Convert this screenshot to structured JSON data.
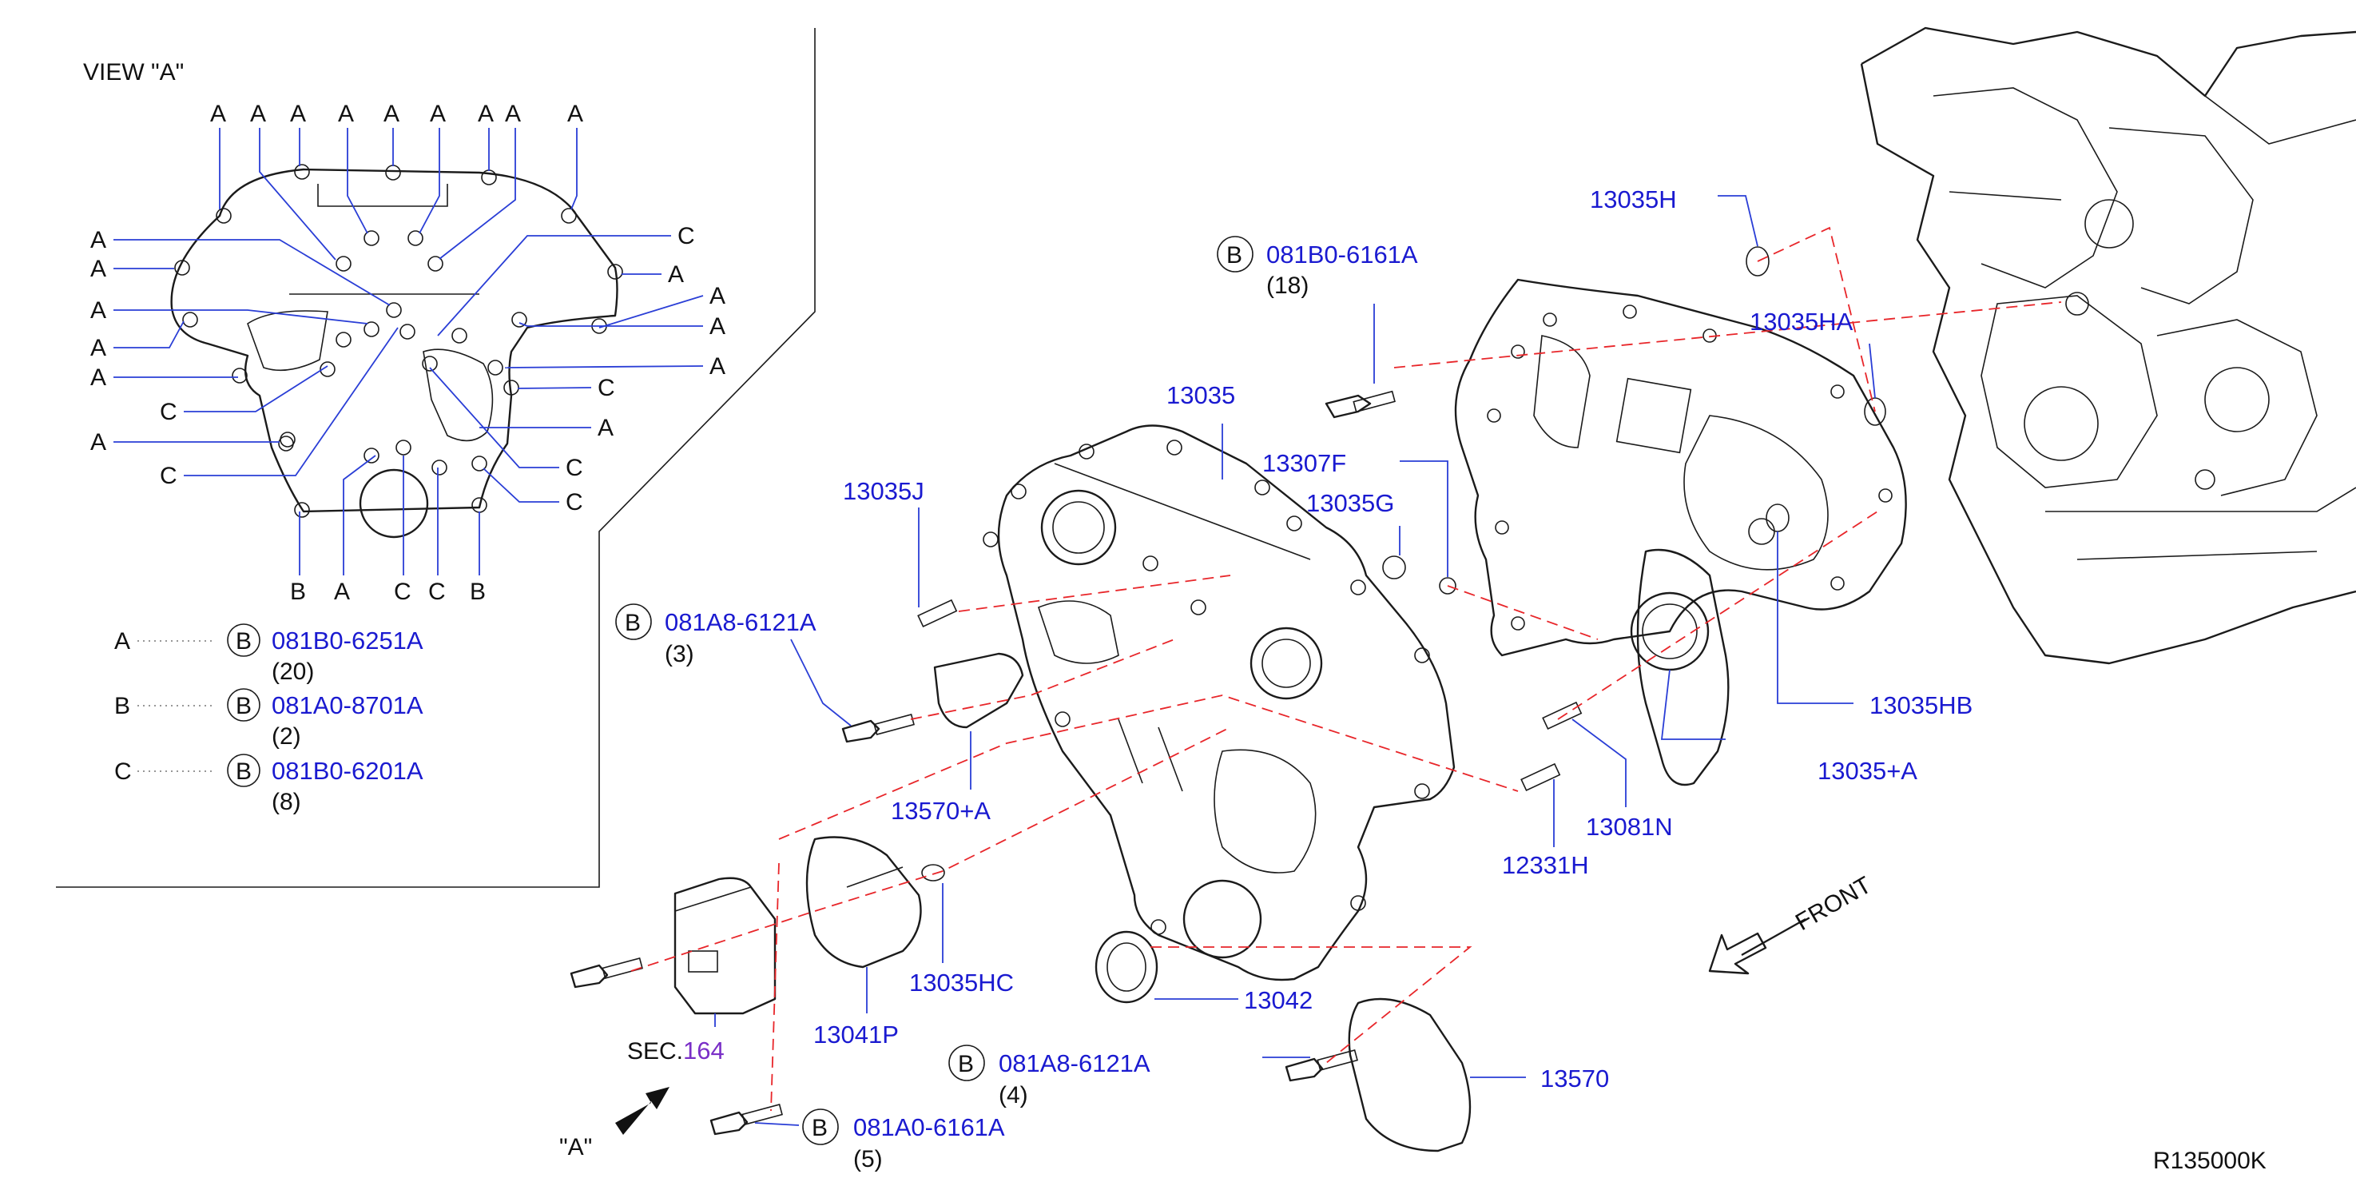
{
  "view_title": "VIEW  \"A\"",
  "view_letters": {
    "top": [
      "A",
      "A",
      "A",
      "A",
      "A",
      "A",
      "A",
      "A",
      "A"
    ],
    "left": [
      "A",
      "A",
      "A",
      "A",
      "A",
      "C",
      "A",
      "C"
    ],
    "right": [
      "C",
      "A",
      "A",
      "A",
      "A",
      "C",
      "A",
      "C",
      "C"
    ],
    "bottom": [
      "B",
      "A",
      "C",
      "C",
      "B"
    ]
  },
  "legend": [
    {
      "letter": "A",
      "badge": "B",
      "part": "081B0-6251A",
      "qty": "(20)"
    },
    {
      "letter": "B",
      "badge": "B",
      "part": "081A0-8701A",
      "qty": "(2)"
    },
    {
      "letter": "C",
      "badge": "B",
      "part": "081B0-6201A",
      "qty": "(8)"
    }
  ],
  "callouts": {
    "p13035H": "13035H",
    "p13035HA": "13035HA",
    "p13035": "13035",
    "p13307F": "13307F",
    "p13035G": "13035G",
    "p13035J": "13035J",
    "p13035HB": "13035HB",
    "p13035A": "13035+A",
    "p13081N": "13081N",
    "p12331H": "12331H",
    "p13570A": "13570+A",
    "p13035HC": "13035HC",
    "p13041P": "13041P",
    "p13042": "13042",
    "p13570": "13570"
  },
  "bolts": [
    {
      "badge": "B",
      "part": "081B0-6161A",
      "qty": "(18)"
    },
    {
      "badge": "B",
      "part": "081A8-6121A",
      "qty": "(3)"
    },
    {
      "badge": "B",
      "part": "081A8-6121A",
      "qty": "(4)"
    },
    {
      "badge": "B",
      "part": "081A0-6161A",
      "qty": "(5)"
    }
  ],
  "sec_ref": {
    "prefix": "SEC.",
    "num": "164"
  },
  "view_marker": "\"A\"",
  "front_label": "FRONT",
  "diagram_code": "R135000K",
  "colors": {
    "callout": "#1a1ad0",
    "section_link": "#7a2fc7",
    "dashed": "#e8262a",
    "leader": "#2a3ed6"
  }
}
